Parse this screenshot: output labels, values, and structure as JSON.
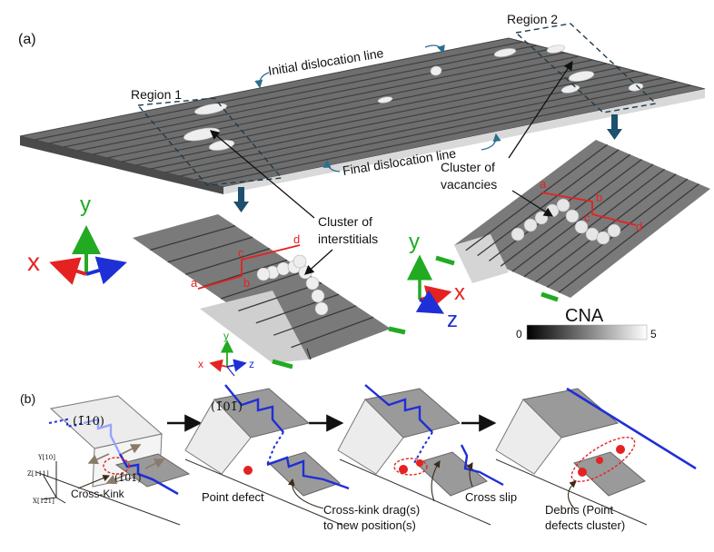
{
  "panel_a": {
    "label": "(a)",
    "region1": "Region 1",
    "region2": "Region 2",
    "initial_line": "Initial dislocation line",
    "final_line": "Final dislocation line",
    "interstitials": [
      "Cluster of",
      "interstitials"
    ],
    "vacancies": [
      "Cluster of",
      "vacancies"
    ],
    "axes_big": {
      "x": "x",
      "y": "y"
    },
    "axes_r1": {
      "x": "x",
      "y": "y",
      "z": "z"
    },
    "axes_r2": {
      "x": "x",
      "y": "y",
      "z": "z"
    },
    "path_labels": [
      "a",
      "b",
      "c",
      "d"
    ],
    "colorbar": {
      "title": "CNA",
      "min": "0",
      "max": "5"
    }
  },
  "panel_b": {
    "label": "(b)",
    "plane1": "(1̄10)",
    "plane2": "(1̄01̄)",
    "plane3": "(1̄01̄)",
    "axis_y": "Y[10]",
    "axis_z": "Z[111]",
    "axis_x": "X[12̄1]",
    "cross_kink": "Cross-Kink",
    "point_defect": "Point defect",
    "drag": [
      "Cross-kink drag(s)",
      "to new position(s)"
    ],
    "cross_slip": "Cross slip",
    "debris": [
      "Debris (Point",
      "defects cluster)"
    ]
  },
  "colors": {
    "red": "#e52222",
    "blue": "#1f2fd6",
    "green": "#22aa22",
    "dark_arrow": "#1d4f6e"
  }
}
